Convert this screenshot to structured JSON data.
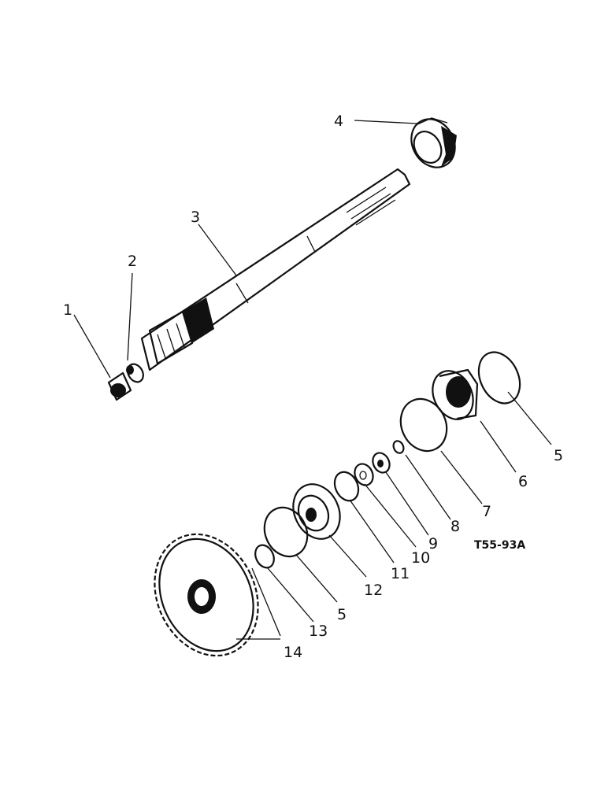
{
  "diagram": {
    "reference": "T55-93A",
    "callouts": [
      "1",
      "2",
      "3",
      "4",
      "5",
      "6",
      "7",
      "8",
      "9",
      "10",
      "11",
      "12",
      "13",
      "14"
    ],
    "callout_5_second": "5"
  }
}
